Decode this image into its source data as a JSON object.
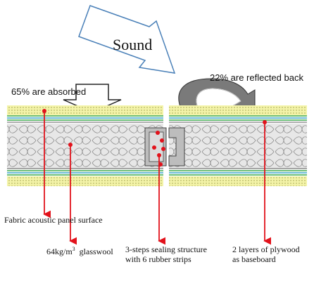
{
  "diagram": {
    "title": "Sound",
    "absorbed": "65% are absorbed",
    "reflected": "22% are reflected back",
    "callouts": {
      "fabric": "Fabric acoustic panel surface",
      "glasswool_value": "64kg/m",
      "glasswool_sup": "3",
      "glasswool_text": "glasswool",
      "sealing_line1": "3-steps   sealing   structure",
      "sealing_line2": "with 6 rubber strips",
      "plywood_line1": "2 layers of plywood",
      "plywood_line2": "as baseboard"
    },
    "colors": {
      "arrow_outline": "#4a80b8",
      "fabric": "#f3f3a8",
      "board_line_green": "#3aa84a",
      "board_line_blue": "#3aa3c8",
      "glasswool_bg": "#e7e7e7",
      "callout_red": "#e2121b",
      "joint_gray": "#bdbdbd"
    }
  }
}
